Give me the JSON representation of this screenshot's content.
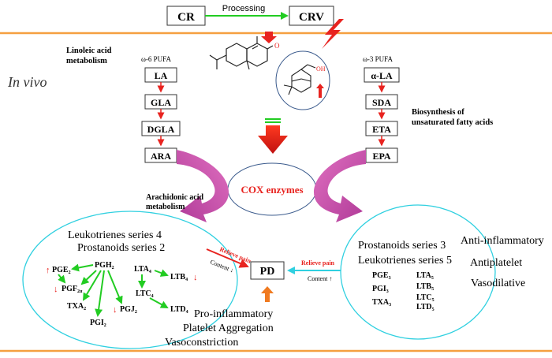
{
  "top": {
    "cr": "CR",
    "processing": "Processing",
    "crv": "CRV"
  },
  "left_labels": {
    "linoleic_line1": "Linoleic acid",
    "linoleic_line2": "metabolism",
    "in_vivo": "In vivo",
    "omega6": "ω-6 PUFA",
    "arachidonic_line1": "Arachidonic acid",
    "arachidonic_line2": "metabolism"
  },
  "right_labels": {
    "omega3": "ω-3 PUFA",
    "biosynth_line1": "Biosynthesis of",
    "biosynth_line2": "unsaturated fatty acids"
  },
  "omega6_chain": [
    "LA",
    "GLA",
    "DGLA",
    "ARA"
  ],
  "omega3_chain": [
    "α-LA",
    "SDA",
    "ETA",
    "EPA"
  ],
  "cox": "COX  enzymes",
  "molecule_oh": "OH",
  "left_circle": {
    "title1": "Leukotrienes series 4",
    "title2": "Prostanoids series 2",
    "pgh2": "PGH",
    "pgh2_sub": "2",
    "pge2": "PGE",
    "pge2_sub": "2",
    "pgf2a": "PGF",
    "pgf2a_sub": "2α",
    "txa2": "TXA",
    "txa2_sub": "2",
    "pgi2": "PGI",
    "pgi2_sub": "2",
    "pgj2": "PGJ",
    "pgj2_sub": "2",
    "lta4": "LTA",
    "lta4_sub": "4",
    "ltb4": "LTB",
    "ltb4_sub": "4",
    "ltc4": "LTC",
    "ltc4_sub": "4",
    "ltd4": "LTD",
    "ltd4_sub": "4",
    "up_arrow": "↑",
    "down_arrow": "↓"
  },
  "right_circle": {
    "title1": "Prostanoids series 3",
    "title2": "Leukotrienes series 5",
    "pge3": "PGE",
    "pge3_sub": "3",
    "pgi3": "PGI",
    "pgi3_sub": "3",
    "txa3": "TXA",
    "txa3_sub": "3",
    "lta5": "LTA",
    "lta5_sub": "5",
    "ltb5": "LTB",
    "ltb5_sub": "5",
    "ltc5": "LTC",
    "ltc5_sub": "5",
    "ltd5": "LTD",
    "ltd5_sub": "5"
  },
  "pd": {
    "label": "PD",
    "relieve_left": "Relieve pain",
    "content_left": "Content ↓",
    "relieve_right": "Relieve pain",
    "content_right": "Content ↑"
  },
  "effects_left": [
    "Pro-inflammatory",
    "Platelet Aggregation",
    "Vasoconstriction"
  ],
  "effects_right": [
    "Anti-inflammatory",
    "Antiplatelet",
    "Vasodilative"
  ],
  "colors": {
    "orange": "#F5A040",
    "red": "#E8231F",
    "green": "#22CC22",
    "cyan": "#30D0E0",
    "magenta": "#D050B0",
    "ellipse_border": "#3A5A8C"
  }
}
